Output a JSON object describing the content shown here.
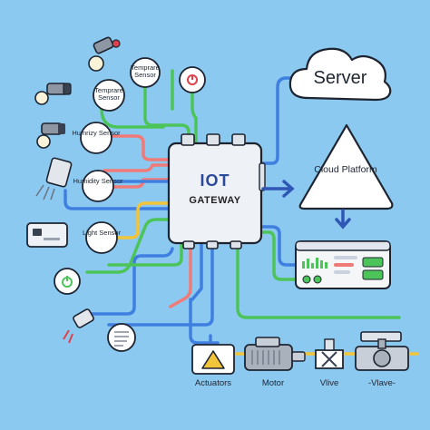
{
  "gateway": {
    "title": "IOT",
    "subtitle": "GATEWAY"
  },
  "sensors": [
    {
      "label": "Temprare Sensor"
    },
    {
      "label": "Temprare Sensor"
    },
    {
      "label": "Humrizy Sensor"
    },
    {
      "label": "Humidity Sensor"
    },
    {
      "label": "Light Sensor"
    }
  ],
  "server": {
    "label": "Server"
  },
  "cloud_platform": {
    "label": "Cloud Platform"
  },
  "bottom": {
    "actuators": "Actuators",
    "motor": "Motor",
    "valve1": "Vlive",
    "valve2": "-Vlave-"
  },
  "colors": {
    "background": "#8cc9f0",
    "wire_green": "#4cc45a",
    "wire_red": "#f07a78",
    "wire_blue": "#3f7fe0",
    "wire_yellow": "#f2c43a",
    "gateway_body": "#eef1f5",
    "arrow": "#2f57b5"
  },
  "icons": {
    "gateway": "router-box-icon",
    "server": "cloud-icon",
    "cloud_platform": "triangle-icon",
    "dashboard": "dashboard-panel-icon",
    "actuators": "warning-triangle-icon",
    "motor": "motor-icon",
    "valve": "valve-icon"
  }
}
